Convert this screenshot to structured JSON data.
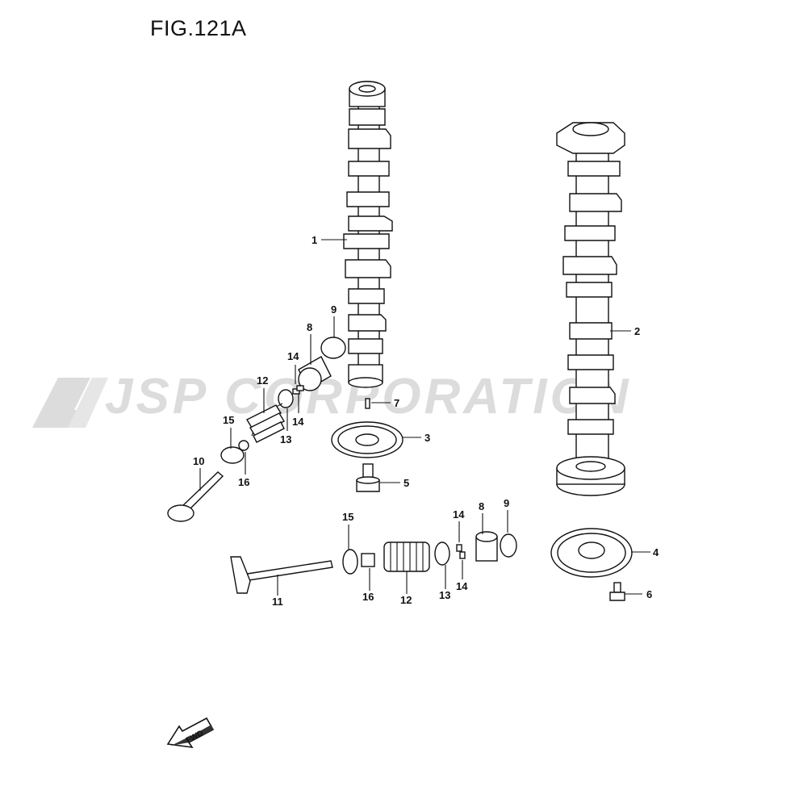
{
  "figure": {
    "title": "FIG.121A",
    "watermark": "JSP CORPORATION",
    "fwd_label": "FWD"
  },
  "callouts": {
    "c1": "1",
    "c2": "2",
    "c3": "3",
    "c4": "4",
    "c5": "5",
    "c6": "6",
    "c7": "7",
    "c8a": "8",
    "c9a": "9",
    "c14a": "14",
    "c12a": "12",
    "c15a": "15",
    "c14b": "14",
    "c13a": "13",
    "c10": "10",
    "c16a": "16",
    "c15b": "15",
    "c16b": "16",
    "c11": "11",
    "c12b": "12",
    "c13b": "13",
    "c14c": "14",
    "c14d": "14",
    "c8b": "8",
    "c9b": "9"
  },
  "colors": {
    "line": "#111111",
    "watermark": "#dcdcdc"
  }
}
